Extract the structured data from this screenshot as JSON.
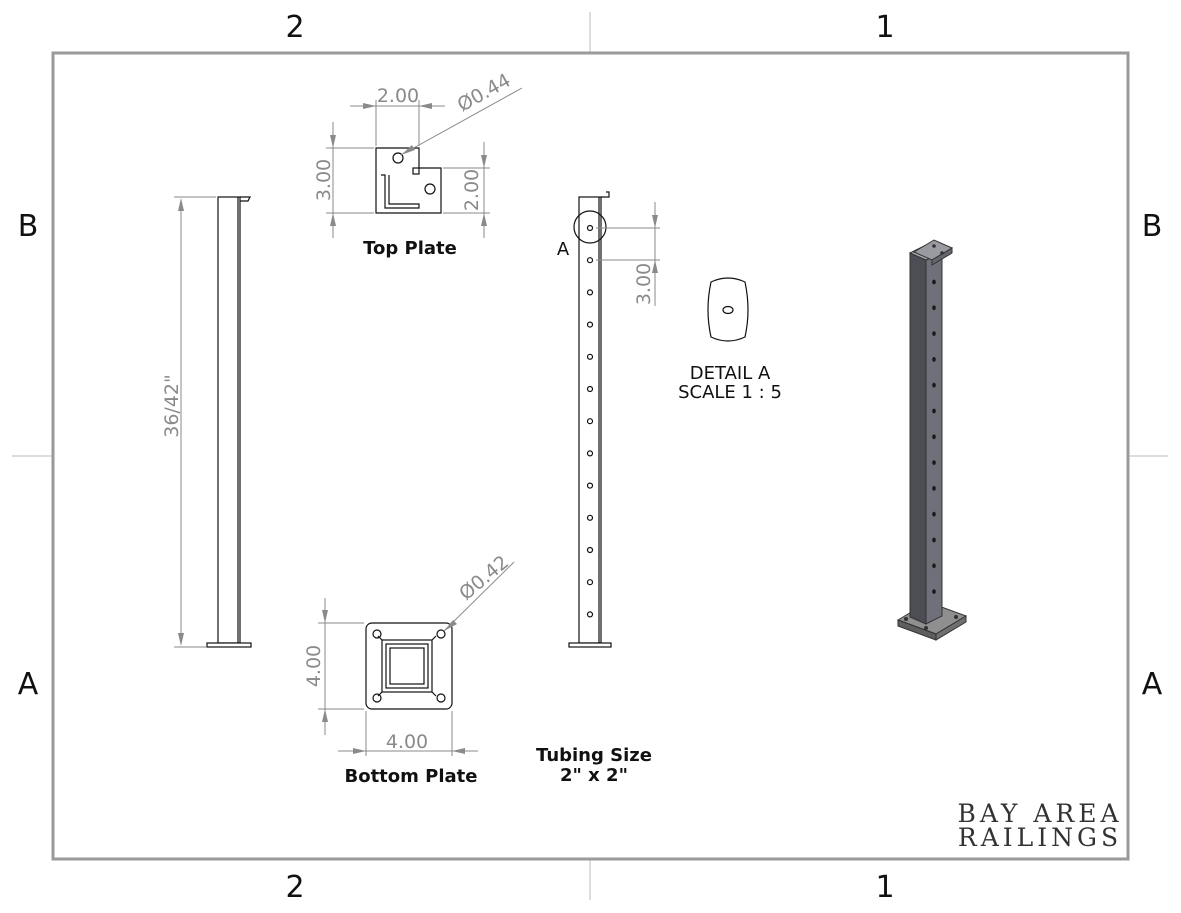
{
  "zones": {
    "top_left": "2",
    "top_right": "1",
    "bottom_left": "2",
    "bottom_right": "1",
    "left_upper": "B",
    "left_lower": "A",
    "right_upper": "B",
    "right_lower": "A"
  },
  "dimensions": {
    "height": "36/42\"",
    "top_plate_width": "2.00",
    "top_plate_height": "3.00",
    "top_plate_tab": "2.00",
    "top_plate_hole": "Ø0.44",
    "bottom_plate_height": "4.00",
    "bottom_plate_width": "4.00",
    "bottom_plate_hole": "Ø0.42",
    "hole_spacing": "3.00"
  },
  "labels": {
    "top_plate": "Top Plate",
    "bottom_plate": "Bottom Plate",
    "tubing_line1": "Tubing Size",
    "tubing_line2": "2\" x 2\"",
    "detail_marker": "A",
    "detail_title": "DETAIL A",
    "detail_scale": "SCALE 1 : 5"
  },
  "logo": {
    "line1": "BAY AREA",
    "line2": "RAILINGS"
  }
}
